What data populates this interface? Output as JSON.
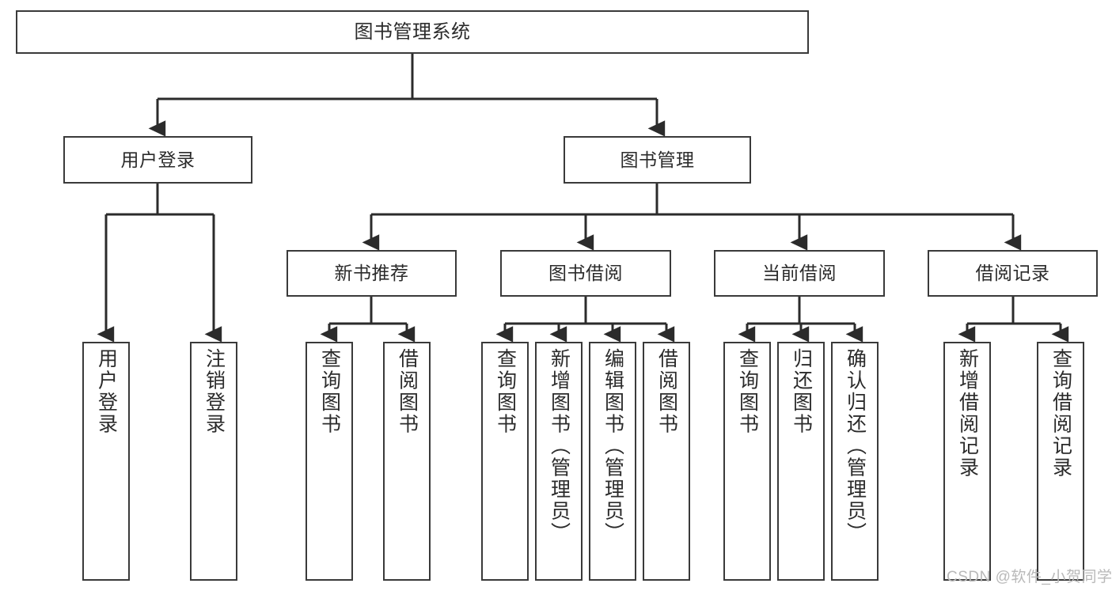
{
  "diagram": {
    "title": "图书管理系统",
    "watermark": "CSDN @软件_小贺同学",
    "colors": {
      "box_border": "#3a3a3a",
      "edge": "#2b2b2b",
      "background": "#ffffff",
      "watermark": "#b9b9b9"
    },
    "type": "tree-hierarchy-diagram",
    "levels": 4,
    "nodes": {
      "root": {
        "label": "图书管理系统"
      },
      "level1": [
        {
          "label": "用户登录"
        },
        {
          "label": "图书管理"
        }
      ],
      "level2": [
        {
          "label": "新书推荐"
        },
        {
          "label": "图书借阅"
        },
        {
          "label": "当前借阅"
        },
        {
          "label": "借阅记录"
        }
      ],
      "leaves_user_login": [
        {
          "label": "用户登录"
        },
        {
          "label": "注销登录"
        }
      ],
      "leaves_new_book": [
        {
          "label": "查询图书"
        },
        {
          "label": "借阅图书"
        }
      ],
      "leaves_book_borrow": [
        {
          "label": "查询图书"
        },
        {
          "label": "新增图书（管理员）"
        },
        {
          "label": "编辑图书（管理员）"
        },
        {
          "label": "借阅图书"
        }
      ],
      "leaves_current_borrow": [
        {
          "label": "查询图书"
        },
        {
          "label": "归还图书"
        },
        {
          "label": "确认归还（管理员）"
        }
      ],
      "leaves_borrow_record": [
        {
          "label": "新增借阅记录"
        },
        {
          "label": "查询借阅记录"
        }
      ]
    }
  }
}
